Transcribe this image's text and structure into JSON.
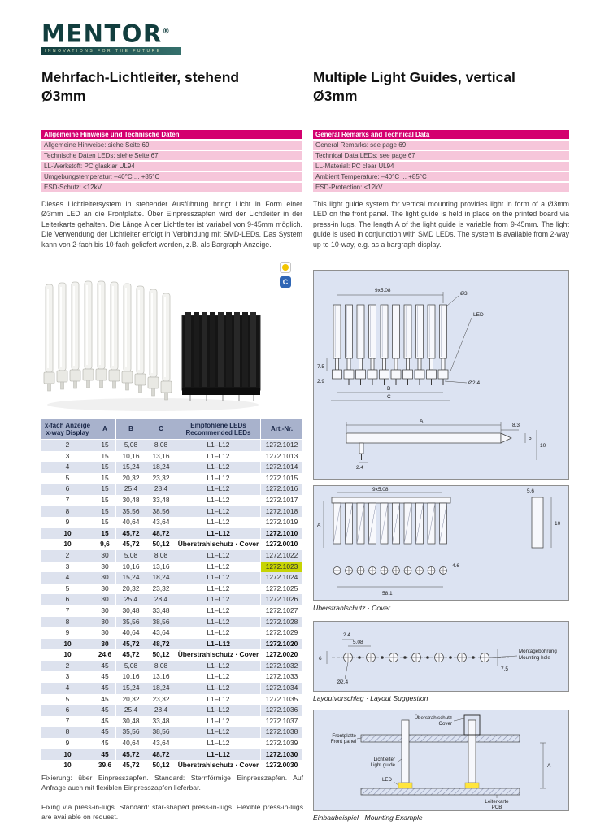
{
  "brand": {
    "logo_text": "MENTOR",
    "logo_reg": "®",
    "tagline": "INNOVATIONS FOR THE FUTURE"
  },
  "titles": {
    "de": "Mehrfach-Lichtleiter, stehend\nØ3mm",
    "en": "Multiple Light Guides, vertical\nØ3mm"
  },
  "info": {
    "header_de": "Allgemeine Hinweise und Technische Daten",
    "header_en": "General Remarks and Technical Data",
    "rows": [
      {
        "de": "Allgemeine Hinweise: siehe Seite 69",
        "en": "General Remarks: see page 69"
      },
      {
        "de": "Technische Daten LEDs: siehe Seite 67",
        "en": "Technical Data LEDs: see page 67"
      },
      {
        "de": "LL-Werkstoff: PC glasklar UL94",
        "en": "LL-Material: PC clear UL94"
      },
      {
        "de": "Umgebungstemperatur: –40°C ... +85°C",
        "en": "Ambient Temperature: –40°C ... +85°C"
      },
      {
        "de": "ESD-Schutz: <12kV",
        "en": "ESD-Protection: <12kV"
      }
    ]
  },
  "description": {
    "de": "Dieses Lichtleitersystem in stehender Ausführung bringt Licht in Form einer Ø3mm LED an die Frontplatte. Über Einpresszapfen wird der Lichtleiter in der Leiterkarte gehalten. Die Länge A der Lichtleiter ist variabel von 9-45mm möglich. Die Verwendung der Lichtleiter erfolgt in Verbindung mit SMD-LEDs. Das System kann von 2-fach bis 10-fach geliefert werden, z.B. als Bargraph-Anzeige.",
    "en": "This light guide system for vertical mounting provides light in form of a Ø3mm LED on the front panel. The light guide is held in place on the printed board via press-in lugs. The length A of the light guide is variable from 9-45mm. The light guide is used in conjunction with SMD LEDs. The system is available from 2-way up to 10-way, e.g. as a bargraph display."
  },
  "badges": {
    "blue_letter": "C"
  },
  "product_table": {
    "header": {
      "display": "x-fach Anzeige\nx-way Display",
      "a": "A",
      "b": "B",
      "c": "C",
      "leds": "Empfohlene LEDs\nRecommended LEDs",
      "art": "Art.-Nr."
    },
    "rows": [
      {
        "display": "2",
        "a": "15",
        "b": "5,08",
        "c": "8,08",
        "leds": "L1–L12",
        "art": "1272.1012"
      },
      {
        "display": "3",
        "a": "15",
        "b": "10,16",
        "c": "13,16",
        "leds": "L1–L12",
        "art": "1272.1013"
      },
      {
        "display": "4",
        "a": "15",
        "b": "15,24",
        "c": "18,24",
        "leds": "L1–L12",
        "art": "1272.1014"
      },
      {
        "display": "5",
        "a": "15",
        "b": "20,32",
        "c": "23,32",
        "leds": "L1–L12",
        "art": "1272.1015"
      },
      {
        "display": "6",
        "a": "15",
        "b": "25,4",
        "c": "28,4",
        "leds": "L1–L12",
        "art": "1272.1016"
      },
      {
        "display": "7",
        "a": "15",
        "b": "30,48",
        "c": "33,48",
        "leds": "L1–L12",
        "art": "1272.1017"
      },
      {
        "display": "8",
        "a": "15",
        "b": "35,56",
        "c": "38,56",
        "leds": "L1–L12",
        "art": "1272.1018"
      },
      {
        "display": "9",
        "a": "15",
        "b": "40,64",
        "c": "43,64",
        "leds": "L1–L12",
        "art": "1272.1019"
      },
      {
        "display": "10",
        "a": "15",
        "b": "45,72",
        "c": "48,72",
        "leds": "L1–L12",
        "art": "1272.1010",
        "bold": true
      },
      {
        "display": "10",
        "a": "9,6",
        "b": "45,72",
        "c": "50,12",
        "leds": "Überstrahlschutz · Cover",
        "art": "1272.0010",
        "bold": true
      },
      {
        "display": "2",
        "a": "30",
        "b": "5,08",
        "c": "8,08",
        "leds": "L1–L12",
        "art": "1272.1022"
      },
      {
        "display": "3",
        "a": "30",
        "b": "10,16",
        "c": "13,16",
        "leds": "L1–L12",
        "art": "1272.1023",
        "highlight": true
      },
      {
        "display": "4",
        "a": "30",
        "b": "15,24",
        "c": "18,24",
        "leds": "L1–L12",
        "art": "1272.1024"
      },
      {
        "display": "5",
        "a": "30",
        "b": "20,32",
        "c": "23,32",
        "leds": "L1–L12",
        "art": "1272.1025"
      },
      {
        "display": "6",
        "a": "30",
        "b": "25,4",
        "c": "28,4",
        "leds": "L1–L12",
        "art": "1272.1026"
      },
      {
        "display": "7",
        "a": "30",
        "b": "30,48",
        "c": "33,48",
        "leds": "L1–L12",
        "art": "1272.1027"
      },
      {
        "display": "8",
        "a": "30",
        "b": "35,56",
        "c": "38,56",
        "leds": "L1–L12",
        "art": "1272.1028"
      },
      {
        "display": "9",
        "a": "30",
        "b": "40,64",
        "c": "43,64",
        "leds": "L1–L12",
        "art": "1272.1029"
      },
      {
        "display": "10",
        "a": "30",
        "b": "45,72",
        "c": "48,72",
        "leds": "L1–L12",
        "art": "1272.1020",
        "bold": true
      },
      {
        "display": "10",
        "a": "24,6",
        "b": "45,72",
        "c": "50,12",
        "leds": "Überstrahlschutz · Cover",
        "art": "1272.0020",
        "bold": true
      },
      {
        "display": "2",
        "a": "45",
        "b": "5,08",
        "c": "8,08",
        "leds": "L1–L12",
        "art": "1272.1032"
      },
      {
        "display": "3",
        "a": "45",
        "b": "10,16",
        "c": "13,16",
        "leds": "L1–L12",
        "art": "1272.1033"
      },
      {
        "display": "4",
        "a": "45",
        "b": "15,24",
        "c": "18,24",
        "leds": "L1–L12",
        "art": "1272.1034"
      },
      {
        "display": "5",
        "a": "45",
        "b": "20,32",
        "c": "23,32",
        "leds": "L1–L12",
        "art": "1272.1035"
      },
      {
        "display": "6",
        "a": "45",
        "b": "25,4",
        "c": "28,4",
        "leds": "L1–L12",
        "art": "1272.1036"
      },
      {
        "display": "7",
        "a": "45",
        "b": "30,48",
        "c": "33,48",
        "leds": "L1–L12",
        "art": "1272.1037"
      },
      {
        "display": "8",
        "a": "45",
        "b": "35,56",
        "c": "38,56",
        "leds": "L1–L12",
        "art": "1272.1038"
      },
      {
        "display": "9",
        "a": "45",
        "b": "40,64",
        "c": "43,64",
        "leds": "L1–L12",
        "art": "1272.1039"
      },
      {
        "display": "10",
        "a": "45",
        "b": "45,72",
        "c": "48,72",
        "leds": "L1–L12",
        "art": "1272.1030",
        "bold": true
      },
      {
        "display": "10",
        "a": "39,6",
        "b": "45,72",
        "c": "50,12",
        "leds": "Überstrahlschutz · Cover",
        "art": "1272.0030",
        "bold": true
      }
    ]
  },
  "notes": {
    "de": "Fixierung: über Einpresszapfen. Standard: Sternförmige Einpresszapfen. Auf Anfrage auch mit flexiblen Einpresszapfen lieferbar.",
    "en": "Fixing via press-in-lugs. Standard: star-shaped press-in-lugs. Flexible press-in-lugs are available on request."
  },
  "drawings": {
    "captions": {
      "cover": "Überstrahlschutz · Cover",
      "layout": "Layoutvorschlag · Layout Suggestion",
      "mounting": "Einbaubeispiel · Mounting Example"
    },
    "d1": {
      "pitch": "9x5.08",
      "dia3": "Ø3",
      "led": "LED",
      "a": "A",
      "d83": "8.3",
      "d24": "2.4",
      "dia24": "Ø2.4",
      "b": "B",
      "c": "C",
      "d29": "2.9",
      "d75": "7.5",
      "d5": "5",
      "d10": "10"
    },
    "d2": {
      "pitch": "9x5.08",
      "d56": "5.6",
      "d581": "58.1",
      "d46": "4.6",
      "d10": "10",
      "a": "A"
    },
    "d3": {
      "d24": "2.4",
      "d508": "5.08",
      "dia24": "Ø2.4",
      "d75": "7.5",
      "d6": "6",
      "hole_de": "Montagebohrung",
      "hole_en": "Mounting hole"
    },
    "d4": {
      "cover_de": "Überstrahlschutz",
      "cover_en": "Cover",
      "panel_de": "Frontplatte",
      "panel_en": "Front panel",
      "guide_de": "Lichtleiter",
      "guide_en": "Light guide",
      "led": "LED",
      "pcb_de": "Leiterkarte",
      "pcb_en": "PCB",
      "a": "A"
    }
  }
}
